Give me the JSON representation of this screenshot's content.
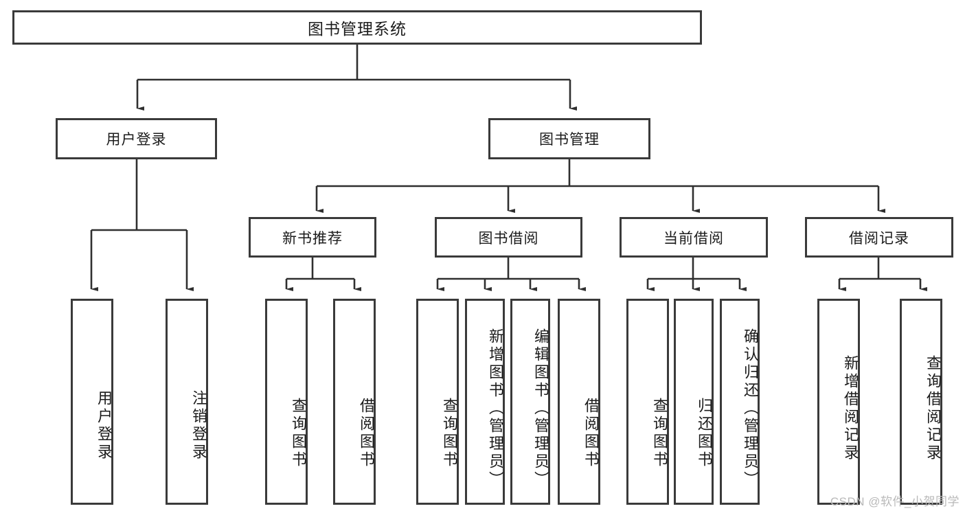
{
  "diagram": {
    "type": "tree",
    "title": "图书管理系统",
    "watermark": "CSDN @软件_小贺同学",
    "colors": {
      "box_border": "#3a3a3a",
      "box_fill": "#ffffff",
      "edge": "#2f2f2f",
      "text": "#1b1b1b",
      "watermark": "#b9b9b9",
      "background": "#ffffff"
    },
    "root": {
      "label": "图书管理系统"
    },
    "level2": [
      {
        "id": "user-login",
        "label": "用户登录"
      },
      {
        "id": "book-manage",
        "label": "图书管理"
      }
    ],
    "level3": [
      {
        "id": "new-book-recommend",
        "label": "新书推荐"
      },
      {
        "id": "book-borrow",
        "label": "图书借阅"
      },
      {
        "id": "current-borrow",
        "label": "当前借阅"
      },
      {
        "id": "borrow-record",
        "label": "借阅记录"
      }
    ],
    "leaves": {
      "user_login": [
        {
          "id": "leaf-user-login",
          "label": "用户登录"
        },
        {
          "id": "leaf-logout-login",
          "label": "注销登录"
        }
      ],
      "new_book_recommend": [
        {
          "id": "leaf-query-book-1",
          "label": "查询图书"
        },
        {
          "id": "leaf-borrow-book-1",
          "label": "借阅图书"
        }
      ],
      "book_borrow": [
        {
          "id": "leaf-query-book-2",
          "label": "查询图书"
        },
        {
          "id": "leaf-add-book",
          "label": "新增图书（管理员）"
        },
        {
          "id": "leaf-edit-book",
          "label": "编辑图书（管理员）"
        },
        {
          "id": "leaf-borrow-book-2",
          "label": "借阅图书"
        }
      ],
      "current_borrow": [
        {
          "id": "leaf-query-book-3",
          "label": "查询图书"
        },
        {
          "id": "leaf-return-book",
          "label": "归还图书"
        },
        {
          "id": "leaf-confirm-return",
          "label": "确认归还（管理员）"
        }
      ],
      "borrow_record": [
        {
          "id": "leaf-add-record",
          "label": "新增借阅记录"
        },
        {
          "id": "leaf-query-record",
          "label": "查询借阅记录"
        }
      ]
    }
  }
}
